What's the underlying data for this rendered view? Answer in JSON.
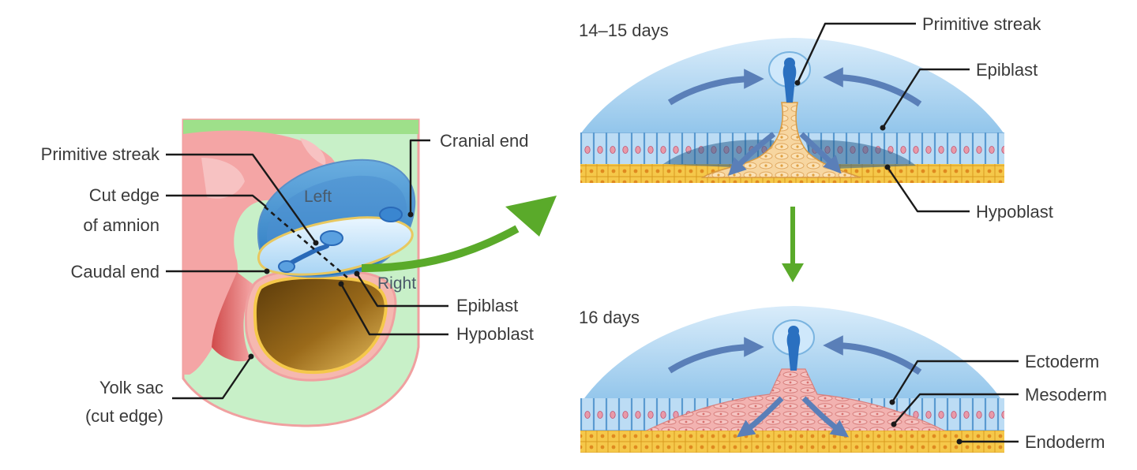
{
  "labels": {
    "primitive_streak": "Primitive streak",
    "cut_edge_1": "Cut edge",
    "cut_edge_2": "of amnion",
    "caudal_end": "Caudal end",
    "yolk_sac_1": "Yolk sac",
    "yolk_sac_2": "(cut edge)",
    "cranial_end": "Cranial end",
    "epiblast": "Epiblast",
    "hypoblast": "Hypoblast",
    "left": "Left",
    "right": "Right",
    "stage1_title": "14–15 days",
    "stage1_streak": "Primitive streak",
    "stage1_epiblast": "Epiblast",
    "stage1_hypoblast": "Hypoblast",
    "stage2_title": "16 days",
    "ectoderm": "Ectoderm",
    "mesoderm": "Mesoderm",
    "endoderm": "Endoderm"
  },
  "colors": {
    "amnion_fill": "#8ec3ea",
    "epiblast_cells": "#bcdcf4",
    "hypoblast_cells": "#f5c84a",
    "yolk_sac": "#8a5a14",
    "mesoderm": "#f0a8a8",
    "chorion": "#c8f0c8",
    "connecting_stalk": "#f4a5a5",
    "arrow_green": "#5aaa2a",
    "migration_arrow": "#5a7fb8"
  }
}
